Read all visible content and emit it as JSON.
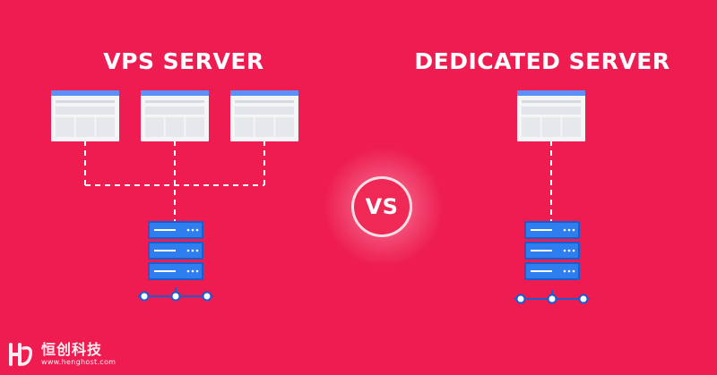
{
  "vps": {
    "title": "VPS SERVER",
    "window_count": 3
  },
  "dedicated": {
    "title": "DEDICATED SERVER",
    "window_count": 1
  },
  "vs_label": "VS",
  "watermark": {
    "brand": "恒创科技",
    "url": "www.henghost.com"
  },
  "colors": {
    "background": "#ee1c50",
    "server_blue": "#2f7ef0",
    "server_border": "#1a5dcc",
    "window_bar": "#5b8ff9",
    "window_body": "#f4f5f7",
    "connector": "#ffffff"
  },
  "icons": {
    "browser_window": "browser-window-icon",
    "server_stack": "server-rack-icon",
    "network_nodes": "network-nodes-icon",
    "logo": "henghost-logo-icon"
  }
}
